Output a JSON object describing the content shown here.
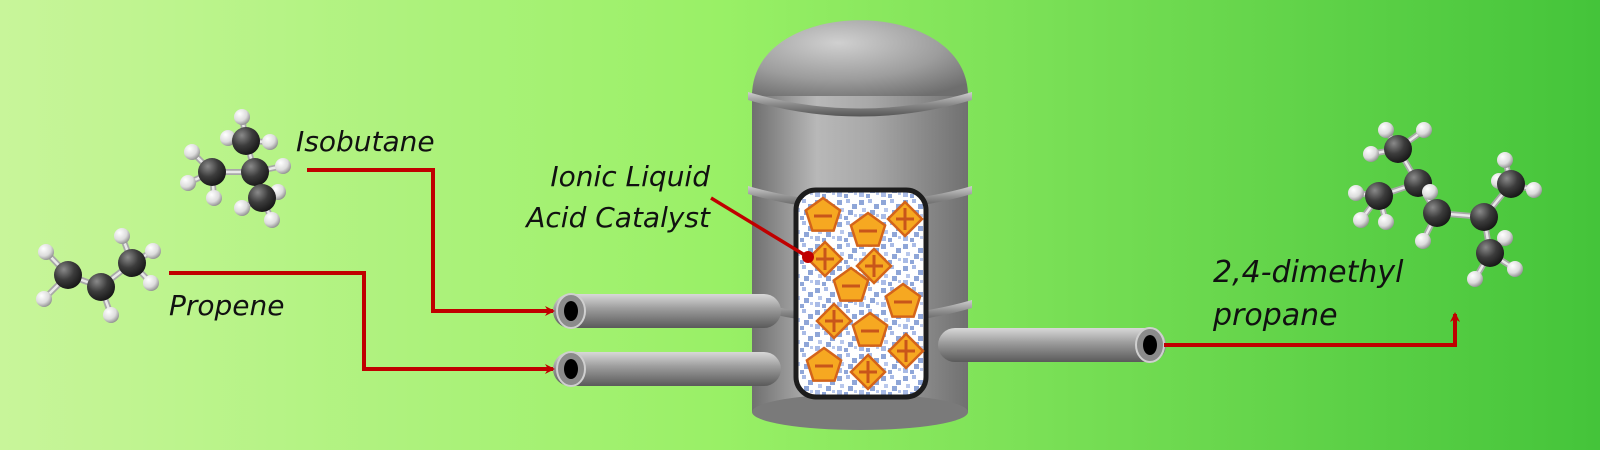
{
  "labels": {
    "isobutane": "Isobutane",
    "propene": "Propene",
    "catalyst_line1": "Ionic Liquid",
    "catalyst_line2": "Acid Catalyst",
    "product_line1": "2,4-dimethyl",
    "product_line2": "propane"
  },
  "ions": [
    {
      "charge": "minus",
      "shape": "pentagon"
    },
    {
      "charge": "minus",
      "shape": "pentagon"
    },
    {
      "charge": "plus",
      "shape": "diamond"
    },
    {
      "charge": "plus",
      "shape": "diamond"
    },
    {
      "charge": "plus",
      "shape": "diamond"
    },
    {
      "charge": "minus",
      "shape": "pentagon"
    },
    {
      "charge": "minus",
      "shape": "pentagon"
    },
    {
      "charge": "plus",
      "shape": "diamond"
    },
    {
      "charge": "minus",
      "shape": "pentagon"
    },
    {
      "charge": "plus",
      "shape": "diamond"
    },
    {
      "charge": "minus",
      "shape": "pentagon"
    },
    {
      "charge": "plus",
      "shape": "diamond"
    }
  ],
  "colors": {
    "background_left": "#c8f59a",
    "background_mid": "#99f066",
    "background_right": "#44c43a",
    "flow_arrow": "#c00000",
    "vessel": "#9a9a9a",
    "ion_fill": "#f6a821",
    "ion_stroke": "#d4641a",
    "carbon": "#3c3c3c",
    "hydrogen": "#e6e6e6"
  },
  "icons": [
    "isobutane-molecule-icon",
    "propene-molecule-icon",
    "product-molecule-icon",
    "reactor-vessel-icon"
  ]
}
